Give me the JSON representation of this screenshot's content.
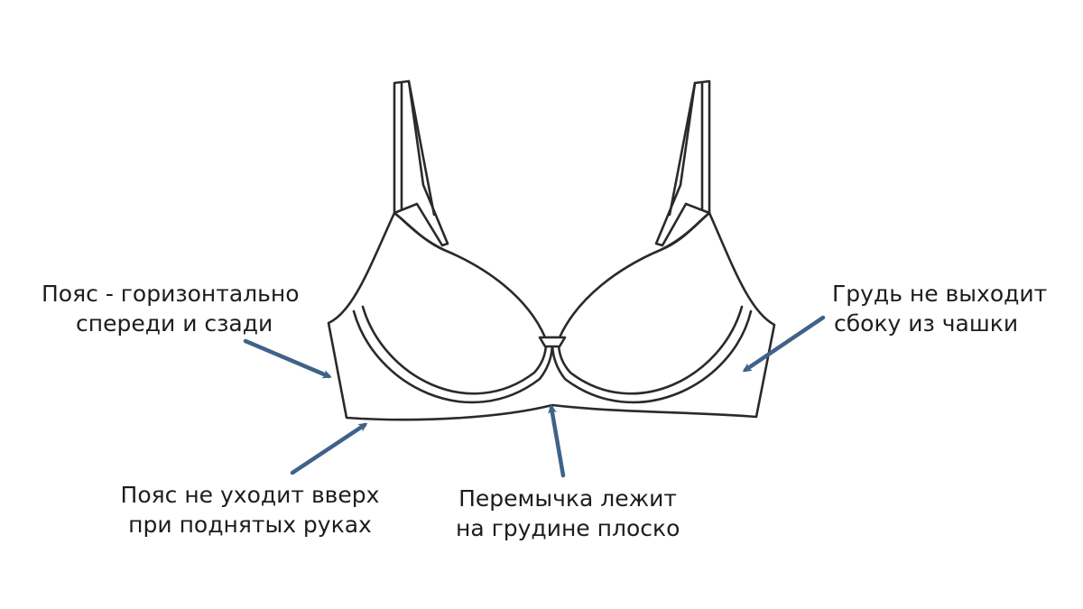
{
  "colors": {
    "outline": "#2a2a2a",
    "arrow": "#3f6388",
    "text": "#1d1d1d",
    "background": "#ffffff"
  },
  "callouts": {
    "belt_horizontal": {
      "line1": "Пояс - горизонтально",
      "line2": "спереди и сзади"
    },
    "belt_no_rise": {
      "line1": "Пояс не уходит вверх",
      "line2": "при поднятых руках"
    },
    "gore_flat": {
      "line1": "Перемычка лежит",
      "line2": "на грудине плоско"
    },
    "breast_side": {
      "line1": "Грудь не выходит",
      "line2": "сбоку из чашки"
    }
  }
}
